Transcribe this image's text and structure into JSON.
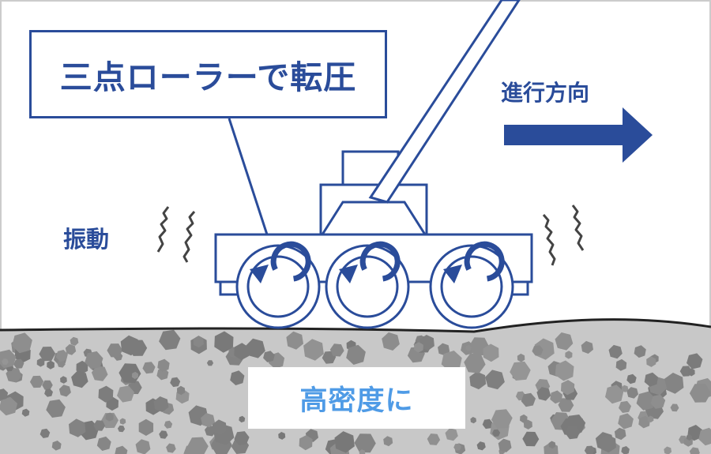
{
  "diagram": {
    "title": "三点ローラーで転圧",
    "direction_label": "進行方向",
    "vibration_label": "振動",
    "result_label": "高密度に"
  },
  "colors": {
    "primary": "#2a4c9a",
    "accent": "#4f9be6",
    "ground": "#c8c8c8",
    "aggregate": "#8a8a8a",
    "background": "#ffffff"
  },
  "icons": [
    "arrow-right-icon",
    "roller-rotation-icon",
    "vibration-wave-icon"
  ]
}
